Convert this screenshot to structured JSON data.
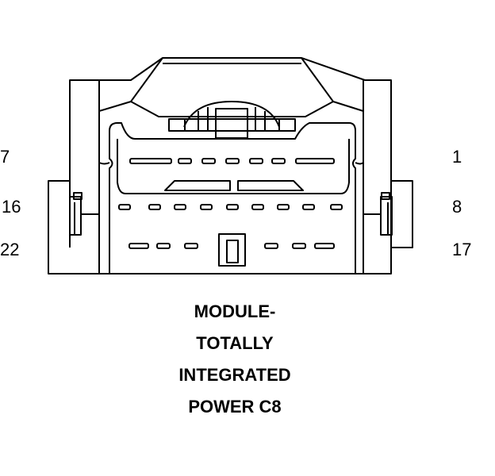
{
  "pin_labels": {
    "left_top": "7",
    "left_mid": "16",
    "left_bottom": "22",
    "right_top": "1",
    "right_mid": "8",
    "right_bottom": "17"
  },
  "caption": {
    "line1": "MODULE-",
    "line2": "TOTALLY",
    "line3": "INTEGRATED",
    "line4": "POWER C8"
  },
  "colors": {
    "stroke": "#000000",
    "background": "#ffffff"
  }
}
